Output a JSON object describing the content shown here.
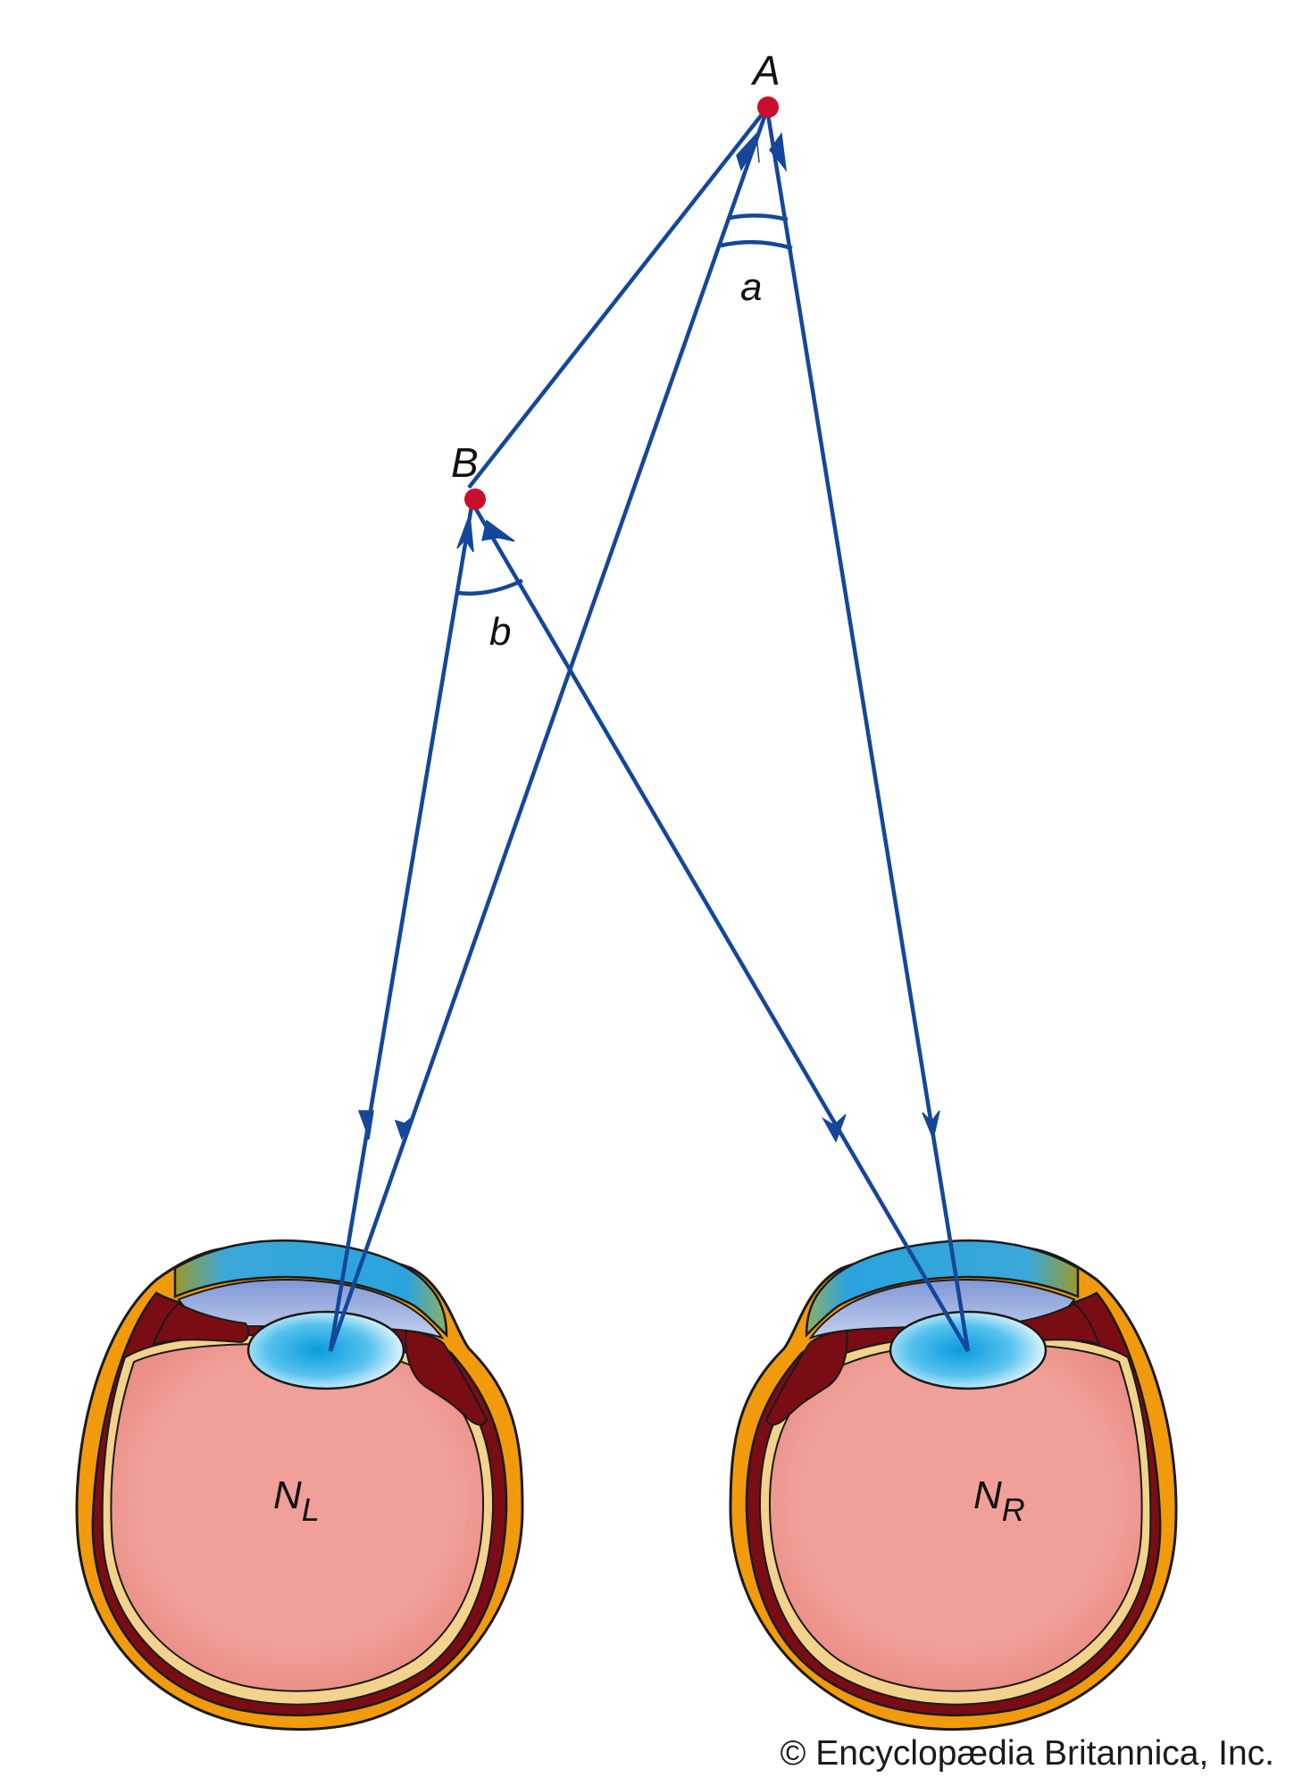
{
  "points": {
    "a": {
      "label": "A"
    },
    "b": {
      "label": "B"
    }
  },
  "angles": {
    "a": {
      "label": "a"
    },
    "b": {
      "label": "b"
    }
  },
  "eyes": {
    "left": {
      "label_main": "N",
      "label_sub": "L"
    },
    "right": {
      "label_main": "N",
      "label_sub": "R"
    }
  },
  "colors": {
    "ray": "#14479a",
    "point": "#c8102e",
    "sclera": "#f19a0c",
    "choroid": "#7a0c14",
    "retina": "#f2d28c",
    "vitreous": "#ef9a92",
    "cornea": "#2aa3de",
    "aqueous": "#9fb4e3",
    "lens": "#1ba8e0"
  },
  "credit": "© Encyclopædia Britannica, Inc."
}
